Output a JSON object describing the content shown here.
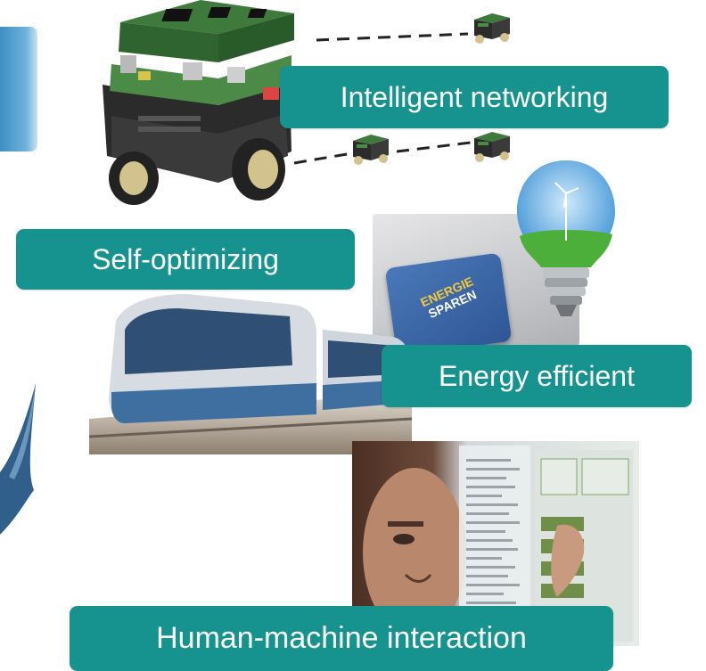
{
  "labels": {
    "networking": "Intelligent networking",
    "self_optimizing": "Self-optimizing",
    "energy": "Energy efficient",
    "hmi": "Human-machine interaction"
  },
  "energy_key": {
    "line1": "ENERGIE",
    "line2": "SPAREN"
  },
  "icons": [
    "robot-image",
    "train-image",
    "light-bulb-image",
    "hmi-image"
  ],
  "colors": {
    "label_background": "#16938f",
    "label_text": "#ffffff"
  }
}
